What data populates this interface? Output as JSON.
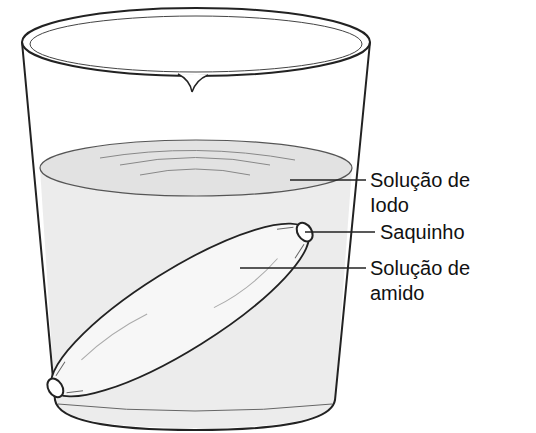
{
  "diagram": {
    "labels": [
      "Solução de Iodo",
      "Saquinho",
      "Solução de amido"
    ]
  }
}
